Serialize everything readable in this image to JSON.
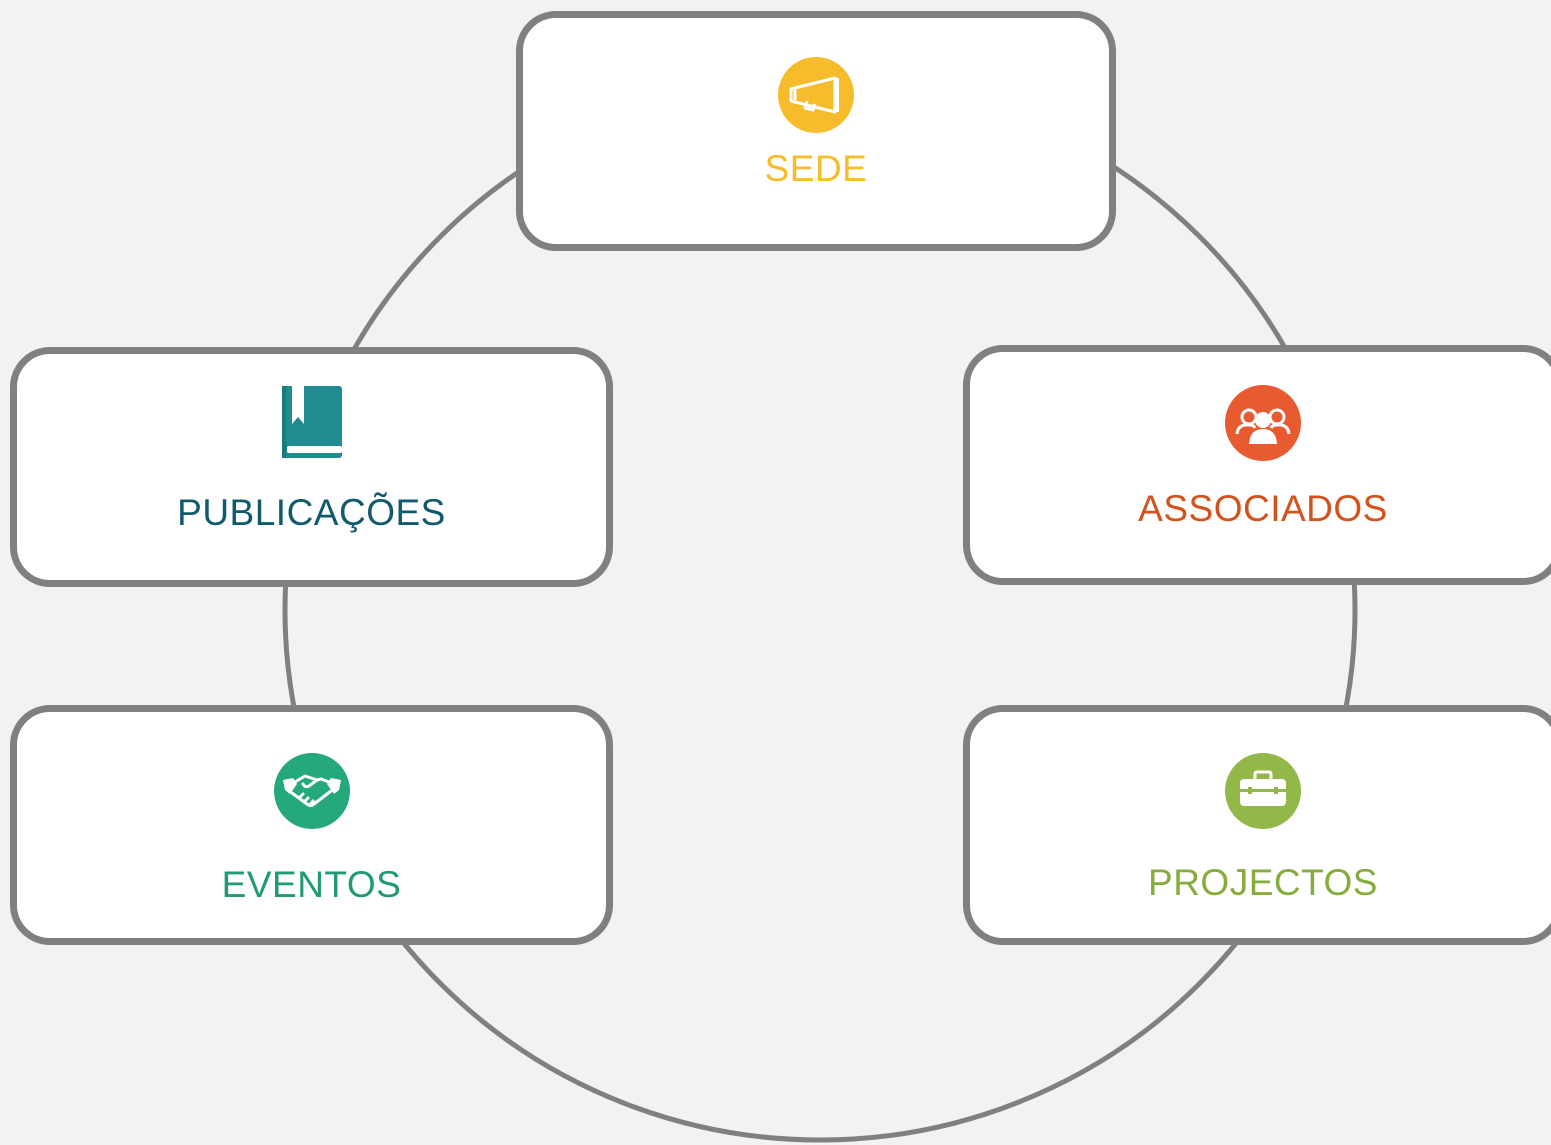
{
  "nodes": {
    "sede": {
      "label": "SEDE",
      "icon": "megaphone-icon",
      "color": "#f6bc2c"
    },
    "publicacoes": {
      "label": "PUBLICAÇÕES",
      "icon": "book-icon",
      "color": "#1f8c8f",
      "label_color": "#105a6e"
    },
    "associados": {
      "label": "ASSOCIADOS",
      "icon": "people-icon",
      "color": "#e85a30",
      "label_color": "#d4521b"
    },
    "eventos": {
      "label": "EVENTOS",
      "icon": "handshake-icon",
      "color": "#25a87c",
      "label_color": "#1f9a76"
    },
    "projectos": {
      "label": "PROJECTOS",
      "icon": "briefcase-icon",
      "color": "#93b84a",
      "label_color": "#86ad3b"
    }
  },
  "connector_color": "#808080"
}
